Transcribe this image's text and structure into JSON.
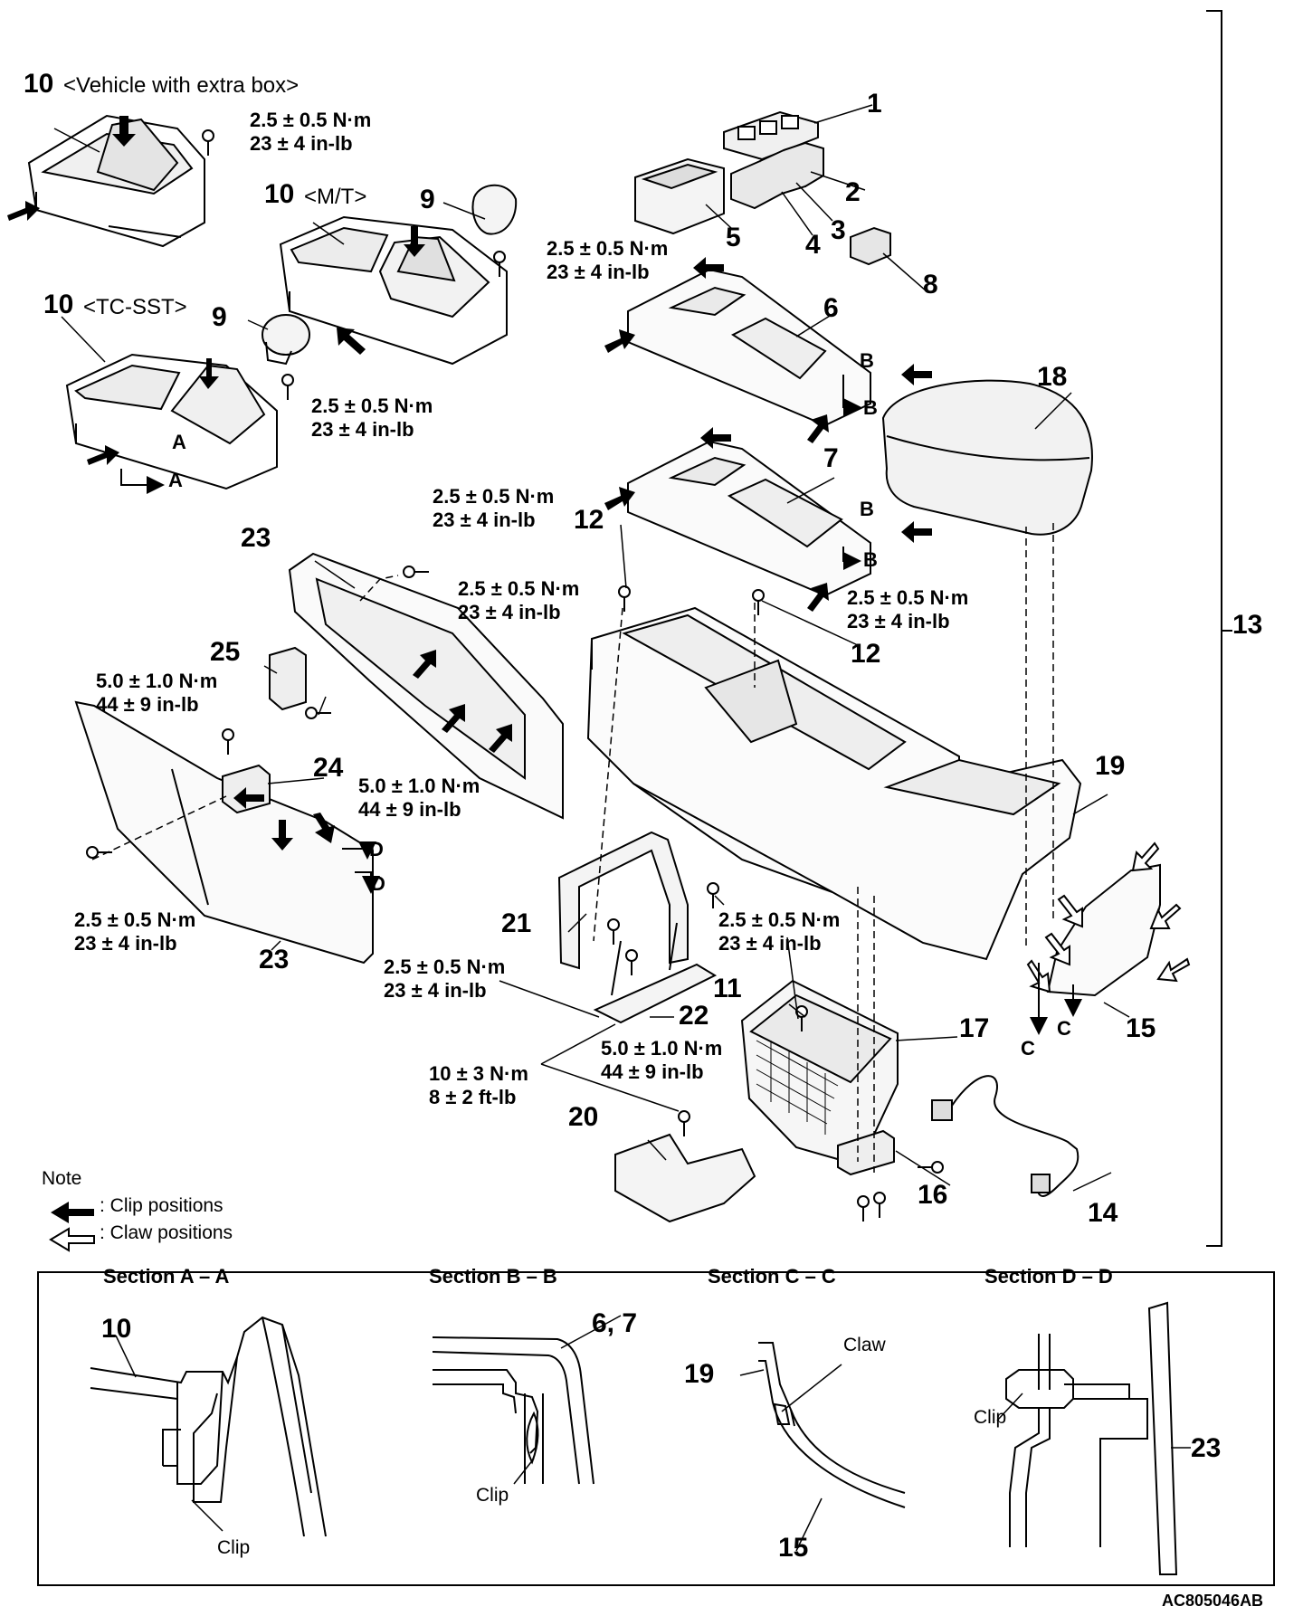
{
  "variants": {
    "extra_box": "<Vehicle with extra box>",
    "mt": "<M/T>",
    "tcsst": "<TC-SST>"
  },
  "torque": {
    "t25_nm": "2.5 ± 0.5 N·m",
    "t25_inlb": "23 ± 4 in-lb",
    "t50_nm": "5.0 ± 1.0 N·m",
    "t50_inlb": "44 ± 9 in-lb",
    "t10_nm": "10 ± 3 N·m",
    "t10_ftlb": "8 ± 2 ft-lb"
  },
  "parts": [
    "1",
    "2",
    "3",
    "4",
    "5",
    "6",
    "7",
    "8",
    "9",
    "10",
    "11",
    "12",
    "13",
    "14",
    "15",
    "16",
    "17",
    "18",
    "19",
    "20",
    "21",
    "22",
    "23",
    "24",
    "25"
  ],
  "section_letters": {
    "a": "A",
    "b": "B",
    "c": "C",
    "d": "D"
  },
  "note": {
    "title": "Note",
    "clip": ": Clip positions",
    "claw": ": Claw positions"
  },
  "sections": {
    "aa": "Section A – A",
    "bb": "Section B – B",
    "cc": "Section C – C",
    "dd": "Section D – D"
  },
  "section_labels": {
    "clip": "Clip",
    "claw": "Claw",
    "p67": "6, 7"
  },
  "figure_code": "AC805046AB"
}
